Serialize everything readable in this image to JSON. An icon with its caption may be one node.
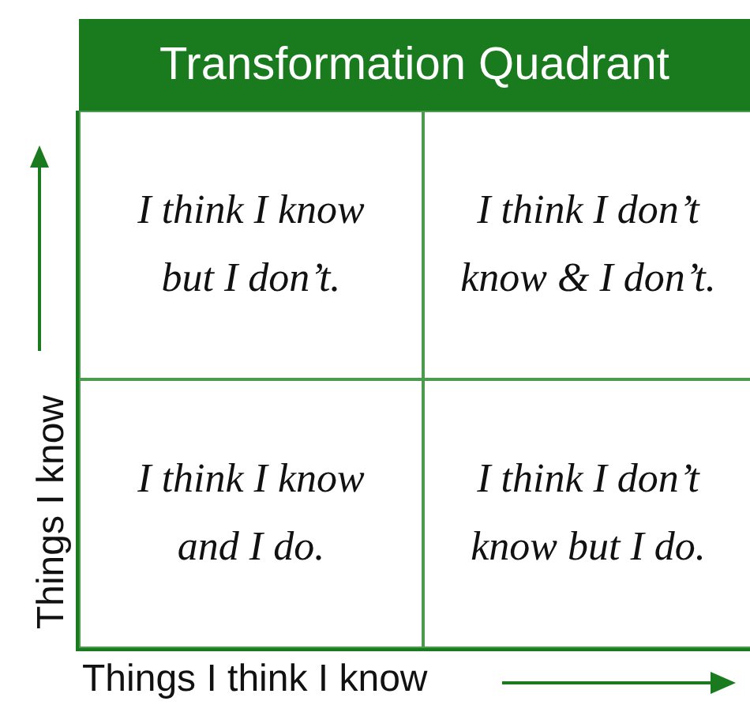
{
  "diagram": {
    "title": "Transformation Quadrant",
    "nodes": [
      {
        "text": [
          "I think I know but I don’t."
        ]
      },
      {
        "text": [
          "I think I don’t know & I don’t."
        ]
      },
      {
        "text": [
          "I think I know and I do."
        ]
      },
      {
        "text": [
          "I think I don’t know but I do."
        ]
      }
    ],
    "labels": [
      "Things I know",
      "Things I think I know"
    ]
  }
}
